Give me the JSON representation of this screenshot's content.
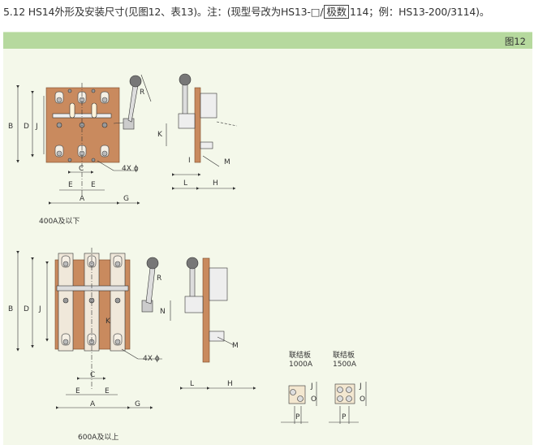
{
  "heading": {
    "prefix": "5.12 HS14外形及安装尺寸(见图12、表13)。注：(现型号改为HS13-□/",
    "boxed": "极数",
    "suffix": "114；例：HS13-200/3114)。"
  },
  "figure_label": "图12",
  "top_drawing": {
    "caption": "400A及以下",
    "dims": {
      "B": "B",
      "D": "D",
      "J": "J",
      "C": "C",
      "holes": "4X ϕ",
      "E1": "E",
      "E2": "E",
      "A": "A",
      "G": "G",
      "R": "R",
      "K": "K",
      "I": "I",
      "M": "M",
      "L": "L",
      "H": "H"
    }
  },
  "bottom_drawing": {
    "caption": "600A及以上",
    "dims": {
      "B": "B",
      "D": "D",
      "J": "J",
      "K": "K",
      "R": "R",
      "holes": "4X ϕ",
      "C": "C",
      "E1": "E",
      "E2": "E",
      "A": "A",
      "G": "G",
      "N": "N",
      "M": "M",
      "L": "L",
      "H": "H"
    }
  },
  "link_plates": [
    {
      "title": "联结板",
      "rating": "1000A",
      "dims": {
        "J": "J",
        "O": "O",
        "P": "P"
      }
    },
    {
      "title": "联结板",
      "rating": "1500A",
      "dims": {
        "J": "J",
        "O": "O",
        "P": "P"
      }
    }
  ],
  "colors": {
    "board": "#c98a5e",
    "bar": "#b6d99e",
    "area": "#f4f8ea"
  }
}
